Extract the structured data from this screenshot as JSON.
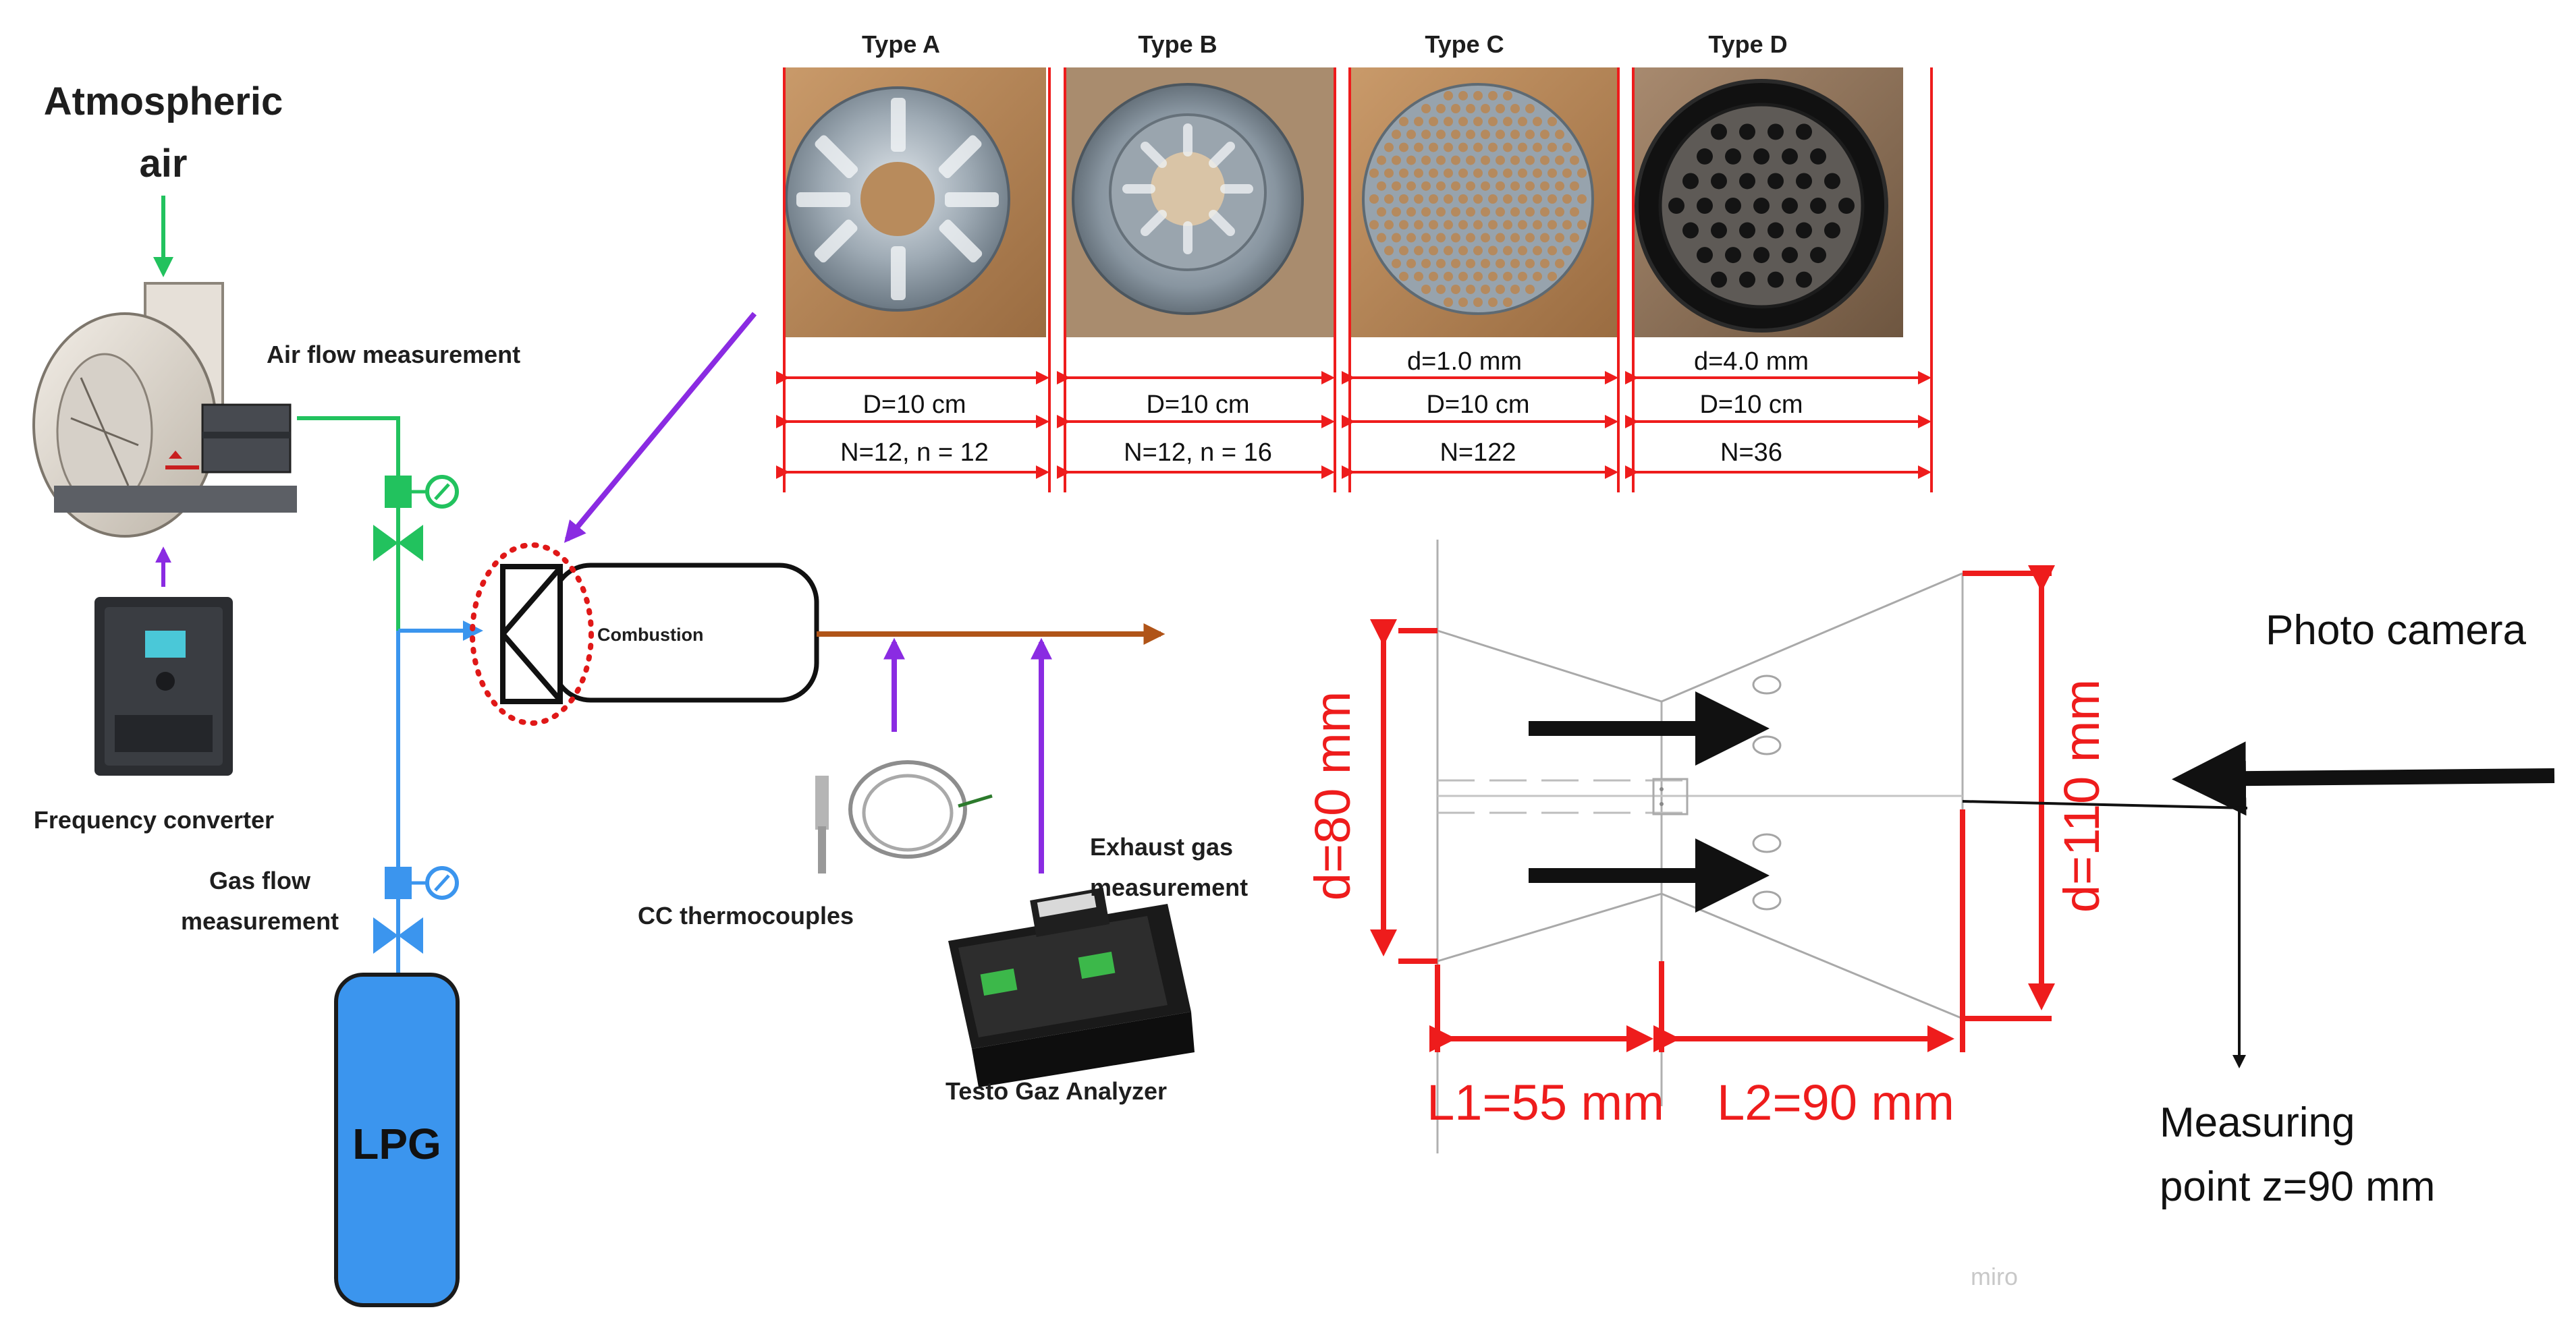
{
  "labels": {
    "atmospheric_1": "Atmospheric",
    "atmospheric_2": "air",
    "air_flow": "Air flow measurement",
    "freq_conv": "Frequency converter",
    "gas_flow_1": "Gas flow",
    "gas_flow_2": "measurement",
    "lpg": "LPG",
    "combustion": "Combustion",
    "cc_thermo": "CC thermocouples",
    "exhaust_1": "Exhaust gas",
    "exhaust_2": "measurement",
    "testo": "Testo Gaz Analyzer",
    "photo_camera": "Photo camera",
    "measuring_1": "Measuring",
    "measuring_2": "point z=90 mm",
    "watermark": "miro"
  },
  "swirler_types": [
    {
      "title": "Type A",
      "rows": [
        "",
        "D=10 cm",
        "N=12, n = 12"
      ]
    },
    {
      "title": "Type B",
      "rows": [
        "",
        "D=10 cm",
        "N=12, n = 16"
      ]
    },
    {
      "title": "Type C",
      "rows": [
        "d=1.0 mm",
        "D=10 cm",
        "N=122"
      ]
    },
    {
      "title": "Type D",
      "rows": [
        "d=4.0 mm",
        "D=10 cm",
        "N=36"
      ]
    }
  ],
  "dimensions": {
    "d_inlet": "d=80 mm",
    "d_outlet": "d=110 mm",
    "L1": "L1=55 mm",
    "L2": "L2=90 mm"
  },
  "colors": {
    "air_line": "#22c25e",
    "gas_line": "#3b95ee",
    "signal_arrow": "#8a2be2",
    "exhaust_line": "#b05418",
    "dimension_red": "#ee1c1c",
    "lpg_tank": "#3b95ee"
  },
  "icons": [
    "fan-blower-icon",
    "frequency-converter-icon",
    "valve-icon",
    "flow-meter-icon",
    "lpg-tank-icon",
    "thermocouple-icon",
    "gas-analyzer-icon",
    "swirler-disc-icon"
  ]
}
